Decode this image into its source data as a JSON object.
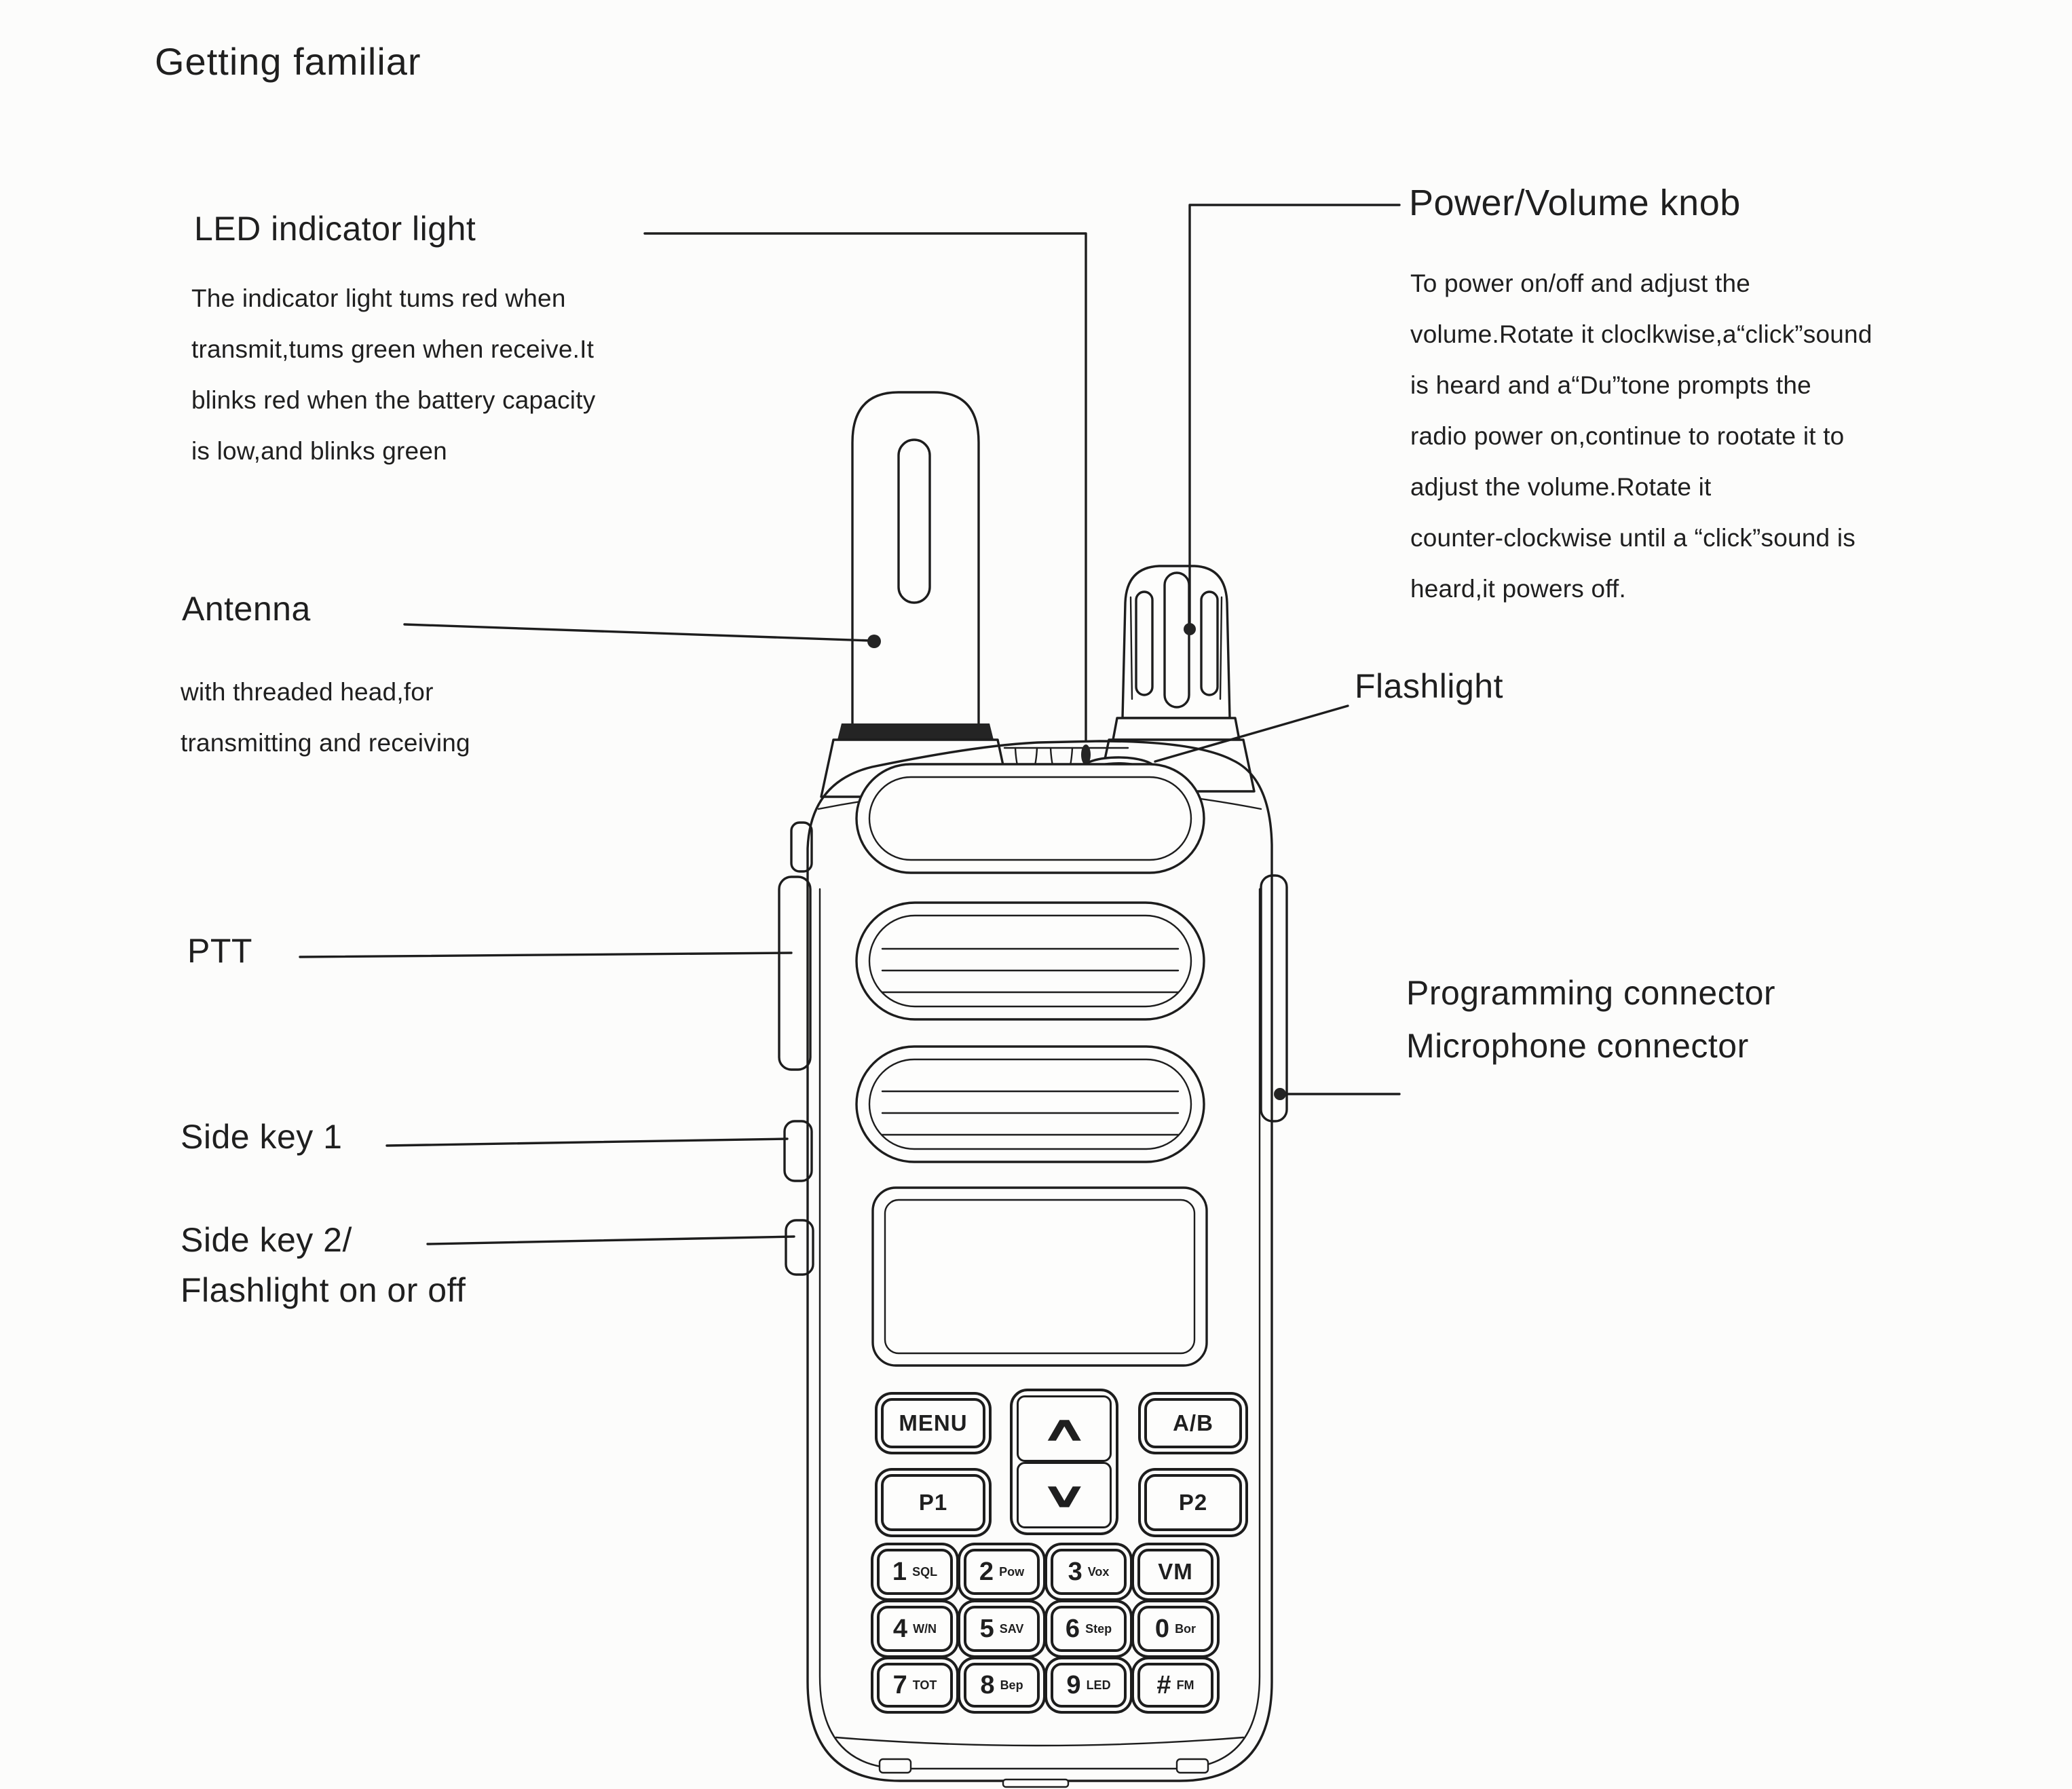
{
  "page": {
    "title": "Getting familiar"
  },
  "colors": {
    "ink": "#1d1d1d",
    "paper": "#fcfcfb"
  },
  "callouts": {
    "led": {
      "title": "LED indicator light",
      "desc": "The indicator light tums red when\ntransmit,tums green when receive.It\nblinks red when the battery capacity\nis low,and blinks green"
    },
    "antenna": {
      "title": "Antenna",
      "desc": "with threaded head,for\ntransmitting and receiving"
    },
    "ptt": {
      "title": "PTT"
    },
    "side_key_1": {
      "title": "Side key 1"
    },
    "side_key_2": {
      "title": "Side key 2/\nFlashlight on or off"
    },
    "power": {
      "title": "Power/Volume knob",
      "desc": "To power on/off and adjust the\nvolume.Rotate it cloclkwise,a“click”sound\nis heard and a“Du”tone prompts the\nradio power on,continue to rootate it to\nadjust the volume.Rotate it\ncounter-clockwise until a “click”sound is\nheard,it powers off."
    },
    "flashlight": {
      "title": "Flashlight"
    },
    "connectors": {
      "title": "Programming connector\nMicrophone connector"
    }
  },
  "keypad": {
    "menu": "MENU",
    "ab": "A/B",
    "p1": "P1",
    "p2": "P2",
    "vm": "VM",
    "up_glyph": "∧",
    "down_glyph": "∨",
    "keys": [
      {
        "digit": "1",
        "sub": "SQL"
      },
      {
        "digit": "2",
        "sub": "Pow"
      },
      {
        "digit": "3",
        "sub": "Vox"
      },
      {
        "digit": "4",
        "sub": "W/N"
      },
      {
        "digit": "5",
        "sub": "SAV"
      },
      {
        "digit": "6",
        "sub": "Step"
      },
      {
        "digit": "7",
        "sub": "TOT"
      },
      {
        "digit": "8",
        "sub": "Bep"
      },
      {
        "digit": "9",
        "sub": "LED"
      },
      {
        "digit": "0",
        "sub": "Bor"
      },
      {
        "digit": "#",
        "sub": "FM"
      }
    ]
  }
}
